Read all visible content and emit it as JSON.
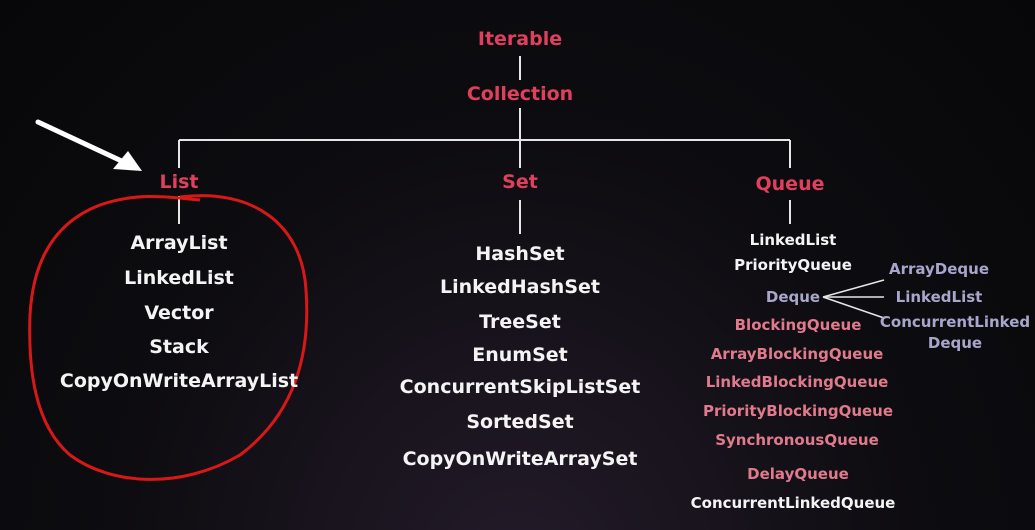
{
  "root": {
    "iterable": "Iterable",
    "collection": "Collection"
  },
  "list": {
    "label": "List",
    "items": [
      "ArrayList",
      "LinkedList",
      "Vector",
      "Stack",
      "CopyOnWriteArrayList"
    ]
  },
  "set": {
    "label": "Set",
    "items": [
      "HashSet",
      "LinkedHashSet",
      "TreeSet",
      "EnumSet",
      "ConcurrentSkipListSet",
      "SortedSet",
      "CopyOnWriteArraySet"
    ]
  },
  "queue": {
    "label": "Queue",
    "linked_list": "LinkedList",
    "priority_queue": "PriorityQueue",
    "deque": {
      "label": "Deque",
      "children": [
        "ArrayDeque",
        "LinkedList",
        "ConcurrentLinked",
        "Deque"
      ]
    },
    "blocking": [
      "BlockingQueue",
      "ArrayBlockingQueue",
      "LinkedBlockingQueue",
      "PriorityBlockingQueue",
      "SynchronousQueue",
      "DelayQueue"
    ],
    "concurrent": "ConcurrentLinkedQueue"
  },
  "colors": {
    "category": "#e0405e",
    "item": "#f4f4f4",
    "blocking": "#e07a8c",
    "deque": "#a9a6cc",
    "connector": "#e6e6e6",
    "annotation_circle": "#d81818",
    "annotation_arrow": "#ffffff"
  }
}
